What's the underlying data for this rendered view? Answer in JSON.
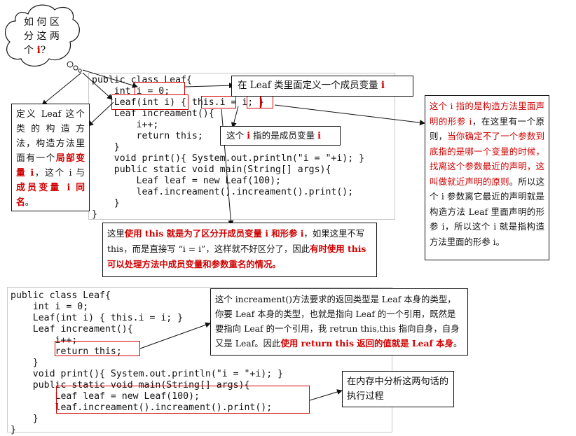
{
  "cloud": {
    "line1": "如 何 区",
    "line2": "分 这 两",
    "line3_a": "个 ",
    "line3_b": "i",
    "line3_c": "?"
  },
  "code_top": [
    "public class Leaf{",
    "    int i = 0;",
    "    Leaf(int i) { this.i = i; }",
    "    Leaf increament(){",
    "        i++;",
    "        return this;",
    "    }",
    "    void print(){ System.out.println(\"i = \"+i); }",
    "    public static void main(String[] args){",
    "        Leaf leaf = new Leaf(100);",
    "        leaf.increament().increament().print();",
    "    }",
    "}"
  ],
  "code_bottom": [
    "public class Leaf{",
    "    int i = 0;",
    "    Leaf(int i) { this.i = i; }",
    "    Leaf increament(){",
    "        i++;",
    "        return this;",
    "    }",
    "    void print(){ System.out.println(\"i = \"+i); }",
    "    public static void main(String[] args){",
    "        Leaf leaf = new Leaf(100);",
    "        leaf.increament().increament().print();",
    "    }",
    "}"
  ],
  "notes": {
    "member_var": {
      "a": "在 Leaf 类里面定义一个成员变量 ",
      "b": "i"
    },
    "this_i": {
      "a": "这个 ",
      "b": "i",
      "c": " 指的是成员变量 ",
      "d": "i"
    },
    "constructor": {
      "a": "定义 Leaf 这个类 的 构 造 方法，构造方法里面有一个",
      "b": "局部变量 i",
      "c": "，这个 i 与",
      "d": "成员变量 i 同名",
      "e": "。"
    },
    "param_i": {
      "a": "这个 i 指的是构造方法里面声明的形参 i",
      "b": "，在这里有一个原则，",
      "c": "当你确定不了一个参数到底指的是哪一个变量的时候，找离这个参数最近的声明，这叫做就近声明的原则",
      "d": "。所以这个 i 参数离它最近的声明就是构造方法 Leaf 里面声明的形参 i，所以这个 i 就是指构造方法里面的形参 i。"
    },
    "this_purpose": {
      "a": "这里",
      "b": "使用 this 就是为了区分开成员变量 i 和形参 i",
      "c": "，如果这里不写 this，而是直接写 “i = i”，这样就不好区分了，因此",
      "d": "有时使用 this 可以处理方法中成员变量和参数重名的情况。"
    },
    "return_this": {
      "a": "这个 increament()方法要求的返回类型是 Leaf 本身的类型，你要 Leaf 本身的类型，也就是指向 Leaf 的一个引用，既然是要指向 Leaf 的一个引用，我 retrun this,this 指向自身，自身又是 Leaf。因此",
      "b": "使用 return this 返回的值就是 Leaf 本身",
      "c": "。"
    },
    "memory": "在内存中分析这两句话的执行过程"
  },
  "colors": {
    "accent": "#d00000",
    "text": "#111111",
    "border": "#111111"
  }
}
